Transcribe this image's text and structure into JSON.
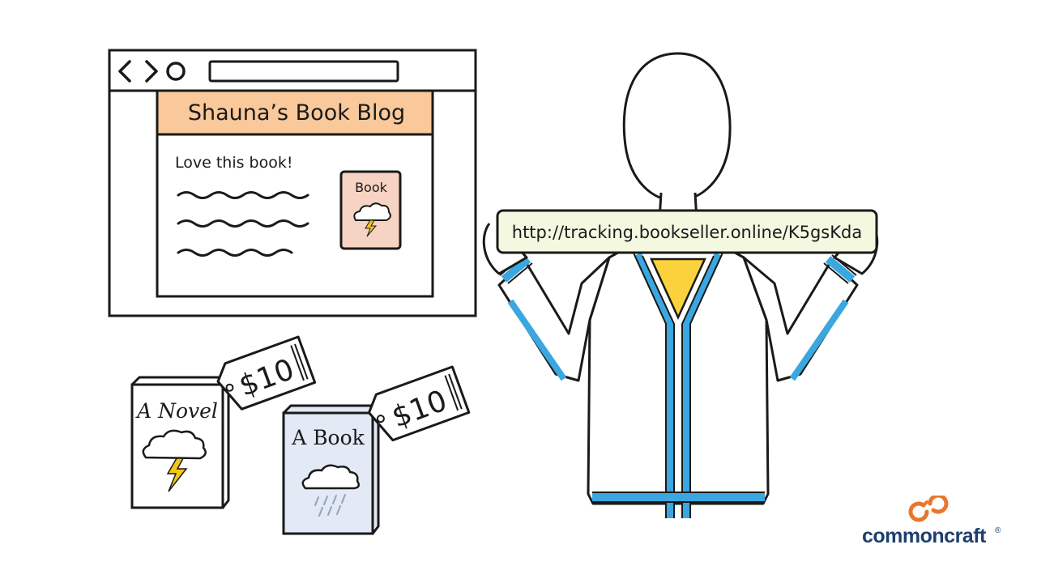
{
  "browser": {
    "back_icon": "chevron-left-icon",
    "forward_icon": "chevron-right-icon",
    "reload_icon": "circle-icon"
  },
  "blog": {
    "title": "Shauna’s Book Blog",
    "post_heading": "Love this book!",
    "thumbnail_label": "Book",
    "header_color": "#f9c99b",
    "thumbnail_color": "#f7d3c4"
  },
  "products": [
    {
      "title": "A Novel",
      "price": "$10",
      "cover_color": "#ffffff",
      "icon": "storm-cloud-lightning-icon"
    },
    {
      "title": "A Book",
      "price": "$10",
      "cover_color": "#e3e9f5",
      "icon": "rain-cloud-icon"
    }
  ],
  "affiliate": {
    "url": "http://tracking.bookseller.online/K5gsKda",
    "banner_color": "#f4f8e0"
  },
  "person": {
    "jacket_trim_color": "#3ba7e0",
    "shirt_color": "#fcd23c"
  },
  "brand": {
    "name": "commoncraft",
    "registered": "®",
    "name_color": "#1d3f6e",
    "logo_color": "#e8772e"
  }
}
